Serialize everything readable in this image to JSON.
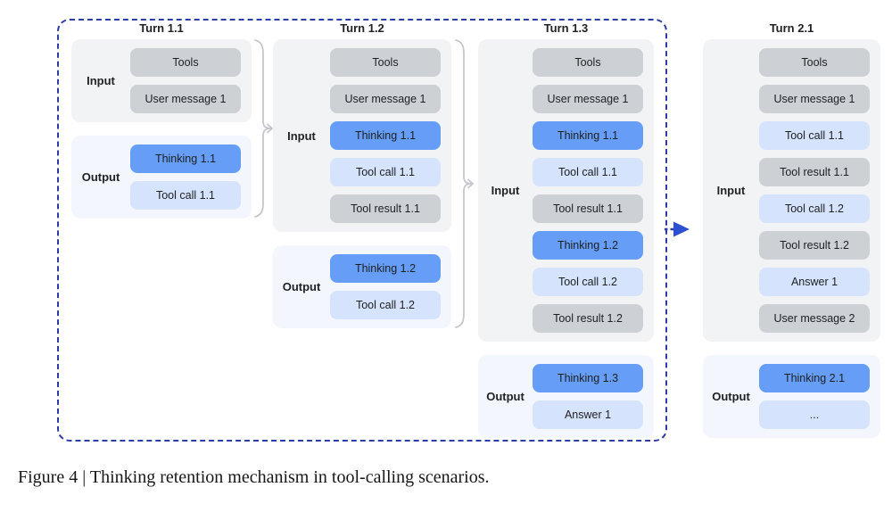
{
  "figure": {
    "caption": "Figure 4 | Thinking retention mechanism in tool-calling scenarios."
  },
  "colors": {
    "thinking": "#669df6",
    "tool_call": "#d5e3fc",
    "neutral": "#cdd1d6",
    "input_bg": "#f1f3f4",
    "output_bg": "#f3f7fd",
    "border_blue": "#2e3ca3",
    "arrow_blue": "#2b50d2",
    "bracket_gray": "#c4c8cd"
  },
  "icons": {
    "flow_arrow": "dashed-arrow-right",
    "turn_connector": "curly-brace-arrow"
  },
  "turns": [
    {
      "title": "Turn 1.1",
      "input_label": "Input",
      "output_label": "Output",
      "input_items": [
        {
          "label": "Tools",
          "type": "neutral"
        },
        {
          "label": "User message 1",
          "type": "neutral"
        }
      ],
      "output_items": [
        {
          "label": "Thinking 1.1",
          "type": "thinking"
        },
        {
          "label": "Tool call 1.1",
          "type": "tool_call"
        }
      ]
    },
    {
      "title": "Turn 1.2",
      "input_label": "Input",
      "output_label": "Output",
      "input_items": [
        {
          "label": "Tools",
          "type": "neutral"
        },
        {
          "label": "User message 1",
          "type": "neutral"
        },
        {
          "label": "Thinking 1.1",
          "type": "thinking"
        },
        {
          "label": "Tool call 1.1",
          "type": "tool_call"
        },
        {
          "label": "Tool result 1.1",
          "type": "neutral"
        }
      ],
      "output_items": [
        {
          "label": "Thinking 1.2",
          "type": "thinking"
        },
        {
          "label": "Tool call 1.2",
          "type": "tool_call"
        }
      ]
    },
    {
      "title": "Turn 1.3",
      "input_label": "Input",
      "output_label": "Output",
      "input_items": [
        {
          "label": "Tools",
          "type": "neutral"
        },
        {
          "label": "User message 1",
          "type": "neutral"
        },
        {
          "label": "Thinking 1.1",
          "type": "thinking"
        },
        {
          "label": "Tool call 1.1",
          "type": "tool_call"
        },
        {
          "label": "Tool result 1.1",
          "type": "neutral"
        },
        {
          "label": "Thinking 1.2",
          "type": "thinking"
        },
        {
          "label": "Tool call 1.2",
          "type": "tool_call"
        },
        {
          "label": "Tool result 1.2",
          "type": "neutral"
        }
      ],
      "output_items": [
        {
          "label": "Thinking 1.3",
          "type": "thinking"
        },
        {
          "label": "Answer 1",
          "type": "tool_call"
        }
      ]
    },
    {
      "title": "Turn 2.1",
      "input_label": "Input",
      "output_label": "Output",
      "input_items": [
        {
          "label": "Tools",
          "type": "neutral"
        },
        {
          "label": "User message 1",
          "type": "neutral"
        },
        {
          "label": "Tool call 1.1",
          "type": "tool_call"
        },
        {
          "label": "Tool result 1.1",
          "type": "neutral"
        },
        {
          "label": "Tool call 1.2",
          "type": "tool_call"
        },
        {
          "label": "Tool result 1.2",
          "type": "neutral"
        },
        {
          "label": "Answer 1",
          "type": "tool_call"
        },
        {
          "label": "User message 2",
          "type": "neutral"
        }
      ],
      "output_items": [
        {
          "label": "Thinking 2.1",
          "type": "thinking"
        },
        {
          "label": "...",
          "type": "tool_call"
        }
      ]
    }
  ]
}
